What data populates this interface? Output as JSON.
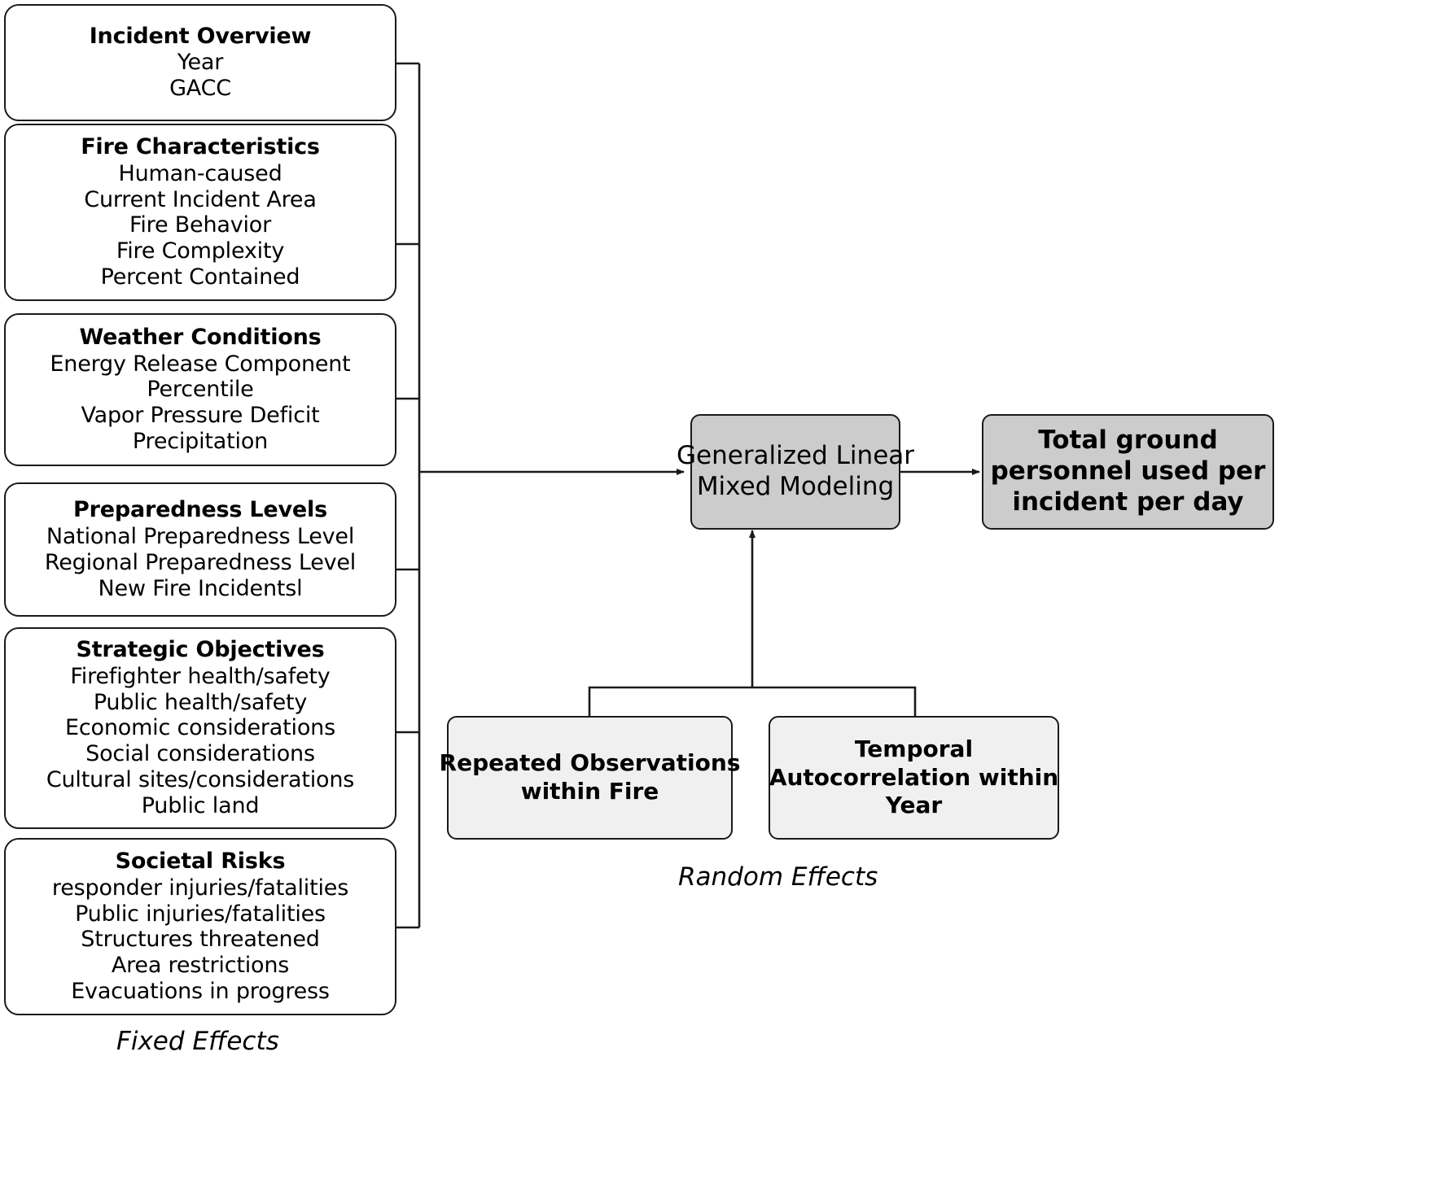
{
  "diagram": {
    "title": "Generalized Linear Mixed Modeling conceptual framework",
    "colors": {
      "fixed_effect_fill": "#ffffff",
      "process_fill": "#cccccc",
      "outcome_fill": "#cccccc",
      "random_effect_fill": "#f0f0f0",
      "stroke": "#1a1a1a",
      "background": "#ffffff"
    },
    "fixed_effects": {
      "caption": "Fixed Effects",
      "groups": [
        {
          "title": "Incident Overview",
          "items": [
            "Year",
            "GACC"
          ]
        },
        {
          "title": "Fire Characteristics",
          "items": [
            "Human-caused",
            "Current Incident Area",
            "Fire Behavior",
            "Fire Complexity",
            "Percent Contained"
          ]
        },
        {
          "title": "Weather Conditions",
          "items": [
            "Energy Release Component",
            "Percentile",
            "Vapor Pressure Deficit",
            "Precipitation"
          ]
        },
        {
          "title": "Preparedness Levels",
          "items": [
            "National Preparedness Level",
            "Regional Preparedness Level",
            "New Fire Incidentsl"
          ]
        },
        {
          "title": "Strategic Objectives",
          "items": [
            "Firefighter health/safety",
            "Public health/safety",
            "Economic considerations",
            "Social considerations",
            "Cultural sites/considerations",
            "Public land"
          ]
        },
        {
          "title": "Societal Risks",
          "items": [
            "responder injuries/fatalities",
            "Public injuries/fatalities",
            "Structures threatened",
            "Area restrictions",
            "Evacuations in progress"
          ]
        }
      ]
    },
    "process": {
      "lines": [
        "Generalized Linear",
        "Mixed Modeling"
      ]
    },
    "outcome": {
      "lines": [
        "Total ground",
        "personnel used per",
        "incident per day"
      ]
    },
    "random_effects": {
      "caption": "Random Effects",
      "nodes": [
        {
          "lines": [
            "Repeated Observations",
            "within Fire"
          ]
        },
        {
          "lines": [
            "Temporal",
            "Autocorrelation within",
            "Year"
          ]
        }
      ]
    }
  }
}
